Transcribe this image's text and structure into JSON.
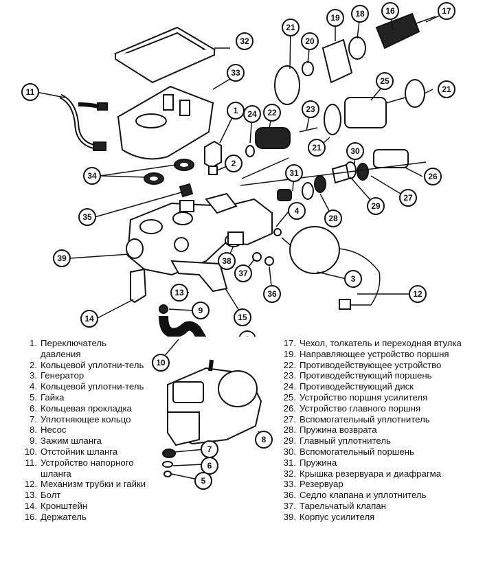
{
  "callouts": [
    "1",
    "2",
    "3",
    "4",
    "5",
    "6",
    "7",
    "8",
    "9",
    "9",
    "10",
    "11",
    "12",
    "13",
    "14",
    "15",
    "16",
    "17",
    "18",
    "19",
    "20",
    "21",
    "21",
    "21",
    "22",
    "23",
    "24",
    "25",
    "26",
    "27",
    "28",
    "29",
    "30",
    "31",
    "32",
    "33",
    "34",
    "35",
    "36",
    "37",
    "38",
    "39"
  ],
  "legend_left": [
    {
      "num": "1.",
      "text": "Переключатель давления"
    },
    {
      "num": "2.",
      "text": "Кольцевой уплотни-тель"
    },
    {
      "num": "3.",
      "text": "Генератор"
    },
    {
      "num": "4.",
      "text": "Кольцевой уплотни-тель"
    },
    {
      "num": "5.",
      "text": "Гайка"
    },
    {
      "num": "6.",
      "text": "Кольцевая прокладка"
    },
    {
      "num": "7.",
      "text": "Уплотняющее кольцо"
    },
    {
      "num": "8.",
      "text": "Несос"
    },
    {
      "num": "9.",
      "text": "Зажим шланга"
    },
    {
      "num": "10.",
      "text": "Отстойник шланга"
    },
    {
      "num": "11.",
      "text": "Устройство напорного шланга"
    },
    {
      "num": "12.",
      "text": "Механизм трубки и гайки"
    },
    {
      "num": "13.",
      "text": "Болт"
    },
    {
      "num": "14.",
      "text": "Кронштейн"
    },
    {
      "num": "16.",
      "text": "Держатель"
    }
  ],
  "legend_right": [
    {
      "num": "17.",
      "text": "Чехол, толкатель и переходная втулка"
    },
    {
      "num": "19.",
      "text": "Направляющее устройство поршня"
    },
    {
      "num": "22.",
      "text": "Противодействующее устройство"
    },
    {
      "num": "23.",
      "text": "Противодействующий поршень"
    },
    {
      "num": "24.",
      "text": "Противодействующий диск"
    },
    {
      "num": "25.",
      "text": "Устройство поршня усилителя"
    },
    {
      "num": "26.",
      "text": "Устройство главного поршня"
    },
    {
      "num": "27.",
      "text": "Вспомогательный уплотнитель"
    },
    {
      "num": "28.",
      "text": "Пружина возврата"
    },
    {
      "num": "29.",
      "text": "Главный уплотнитель"
    },
    {
      "num": "30.",
      "text": "Вспомогательный поршень"
    },
    {
      "num": "31.",
      "text": "Пружина"
    },
    {
      "num": "32.",
      "text": "Крышка резервуара и диафрагма"
    },
    {
      "num": "33.",
      "text": "Резервуар"
    },
    {
      "num": "36.",
      "text": "Седло клапана и уплотнитель"
    },
    {
      "num": "37.",
      "text": "Тарельчатый клапан"
    },
    {
      "num": "39.",
      "text": "Корпус усилителя"
    }
  ]
}
